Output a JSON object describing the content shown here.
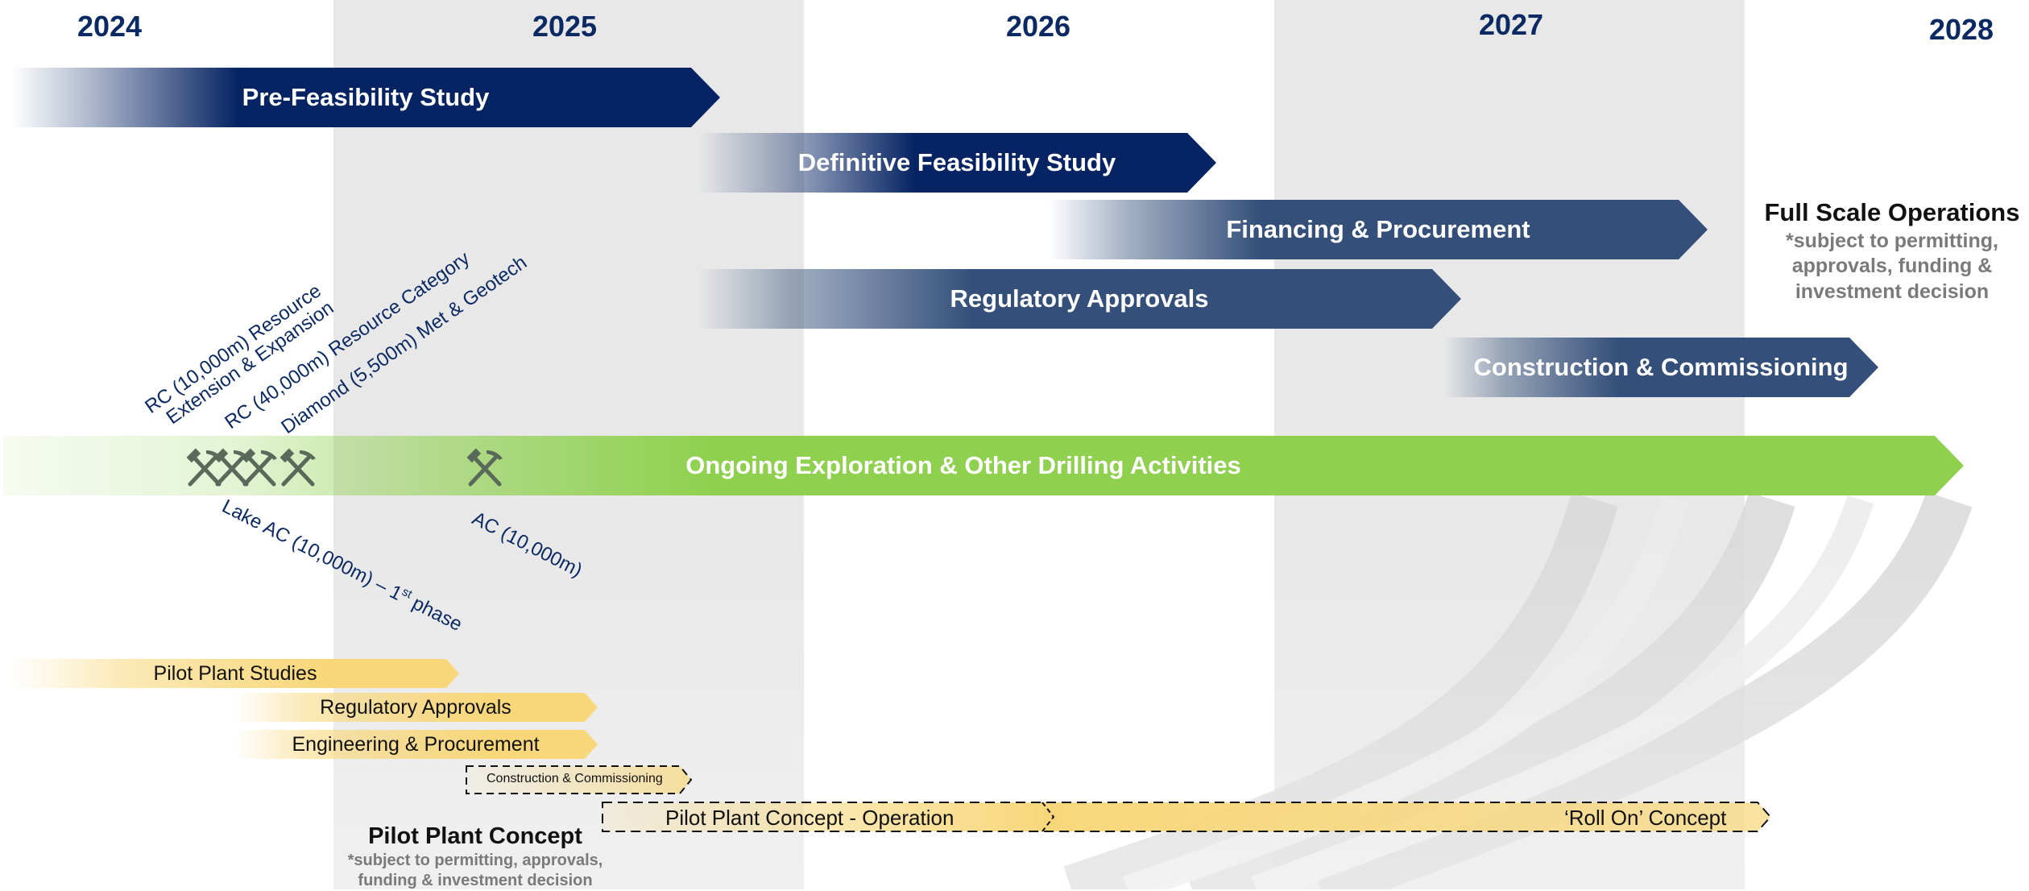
{
  "years": [
    "2024",
    "2025",
    "2026",
    "2027",
    "2028"
  ],
  "main_phases": {
    "pfs": "Pre-Feasibility Study",
    "dfs": "Definitive Feasibility Study",
    "financing": "Financing & Procurement",
    "regulatory": "Regulatory Approvals",
    "construction": "Construction & Commissioning"
  },
  "exploration": {
    "label": "Ongoing Exploration & Other Drilling Activities",
    "drill_labels_above": [
      "RC (10,000m) Resource",
      "Extension & Expansion",
      "RC (40,000m) Resource Category",
      "Diamond (5,500m) Met & Geotech"
    ],
    "lake_ac_prefix": "Lake AC (10,000m)  – 1",
    "lake_ac_sup": "st",
    "lake_ac_suffix": " phase",
    "ac_label": "AC (10,000m)"
  },
  "full_scale": {
    "title": "Full Scale Operations",
    "note_lines": [
      "*subject to permitting,",
      "approvals, funding &",
      "investment decision"
    ]
  },
  "pilot": {
    "studies": "Pilot Plant Studies",
    "regulatory": "Regulatory Approvals",
    "engineering": "Engineering & Procurement",
    "construction": "Construction & Commissioning",
    "operation": "Pilot Plant Concept - Operation",
    "roll_on": "‘Roll On’  Concept",
    "title": "Pilot Plant Concept",
    "note_lines": [
      "*subject to permitting, approvals,",
      "funding & investment decision"
    ]
  },
  "colors": {
    "navy": "#062463",
    "slate": "#34507a",
    "green": "#8fd14f",
    "yellow": "#f8d77a",
    "year_text": "#0b2a63"
  },
  "icons": [
    "pickaxe-hammer-icon"
  ]
}
